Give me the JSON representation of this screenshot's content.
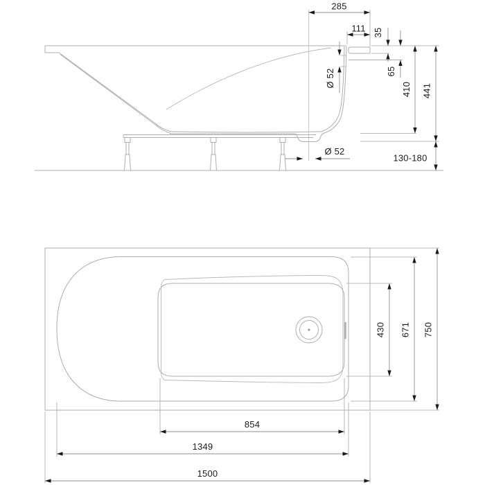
{
  "drawing": {
    "subject": "bathtub-technical-dimension-drawing",
    "background_color": "#ffffff",
    "line_color": "#aeaeae",
    "dimension_line_color": "#8f8f8f",
    "text_color": "#1c1c1c"
  },
  "side_view": {
    "dimensions": {
      "top_width": "285",
      "ledge_width": "111",
      "edge_height": "35",
      "overflow_diameter": "Ø 52",
      "rim_to_overflow": "65",
      "inner_depth": "410",
      "shell_height": "441",
      "drain_diameter": "Ø 52",
      "leg_height_range": "130-180"
    }
  },
  "plan_view": {
    "dimensions": {
      "floor_width": "430",
      "inner_width": "671",
      "overall_width": "750",
      "floor_length": "854",
      "inner_length": "1349",
      "overall_length": "1500"
    }
  }
}
